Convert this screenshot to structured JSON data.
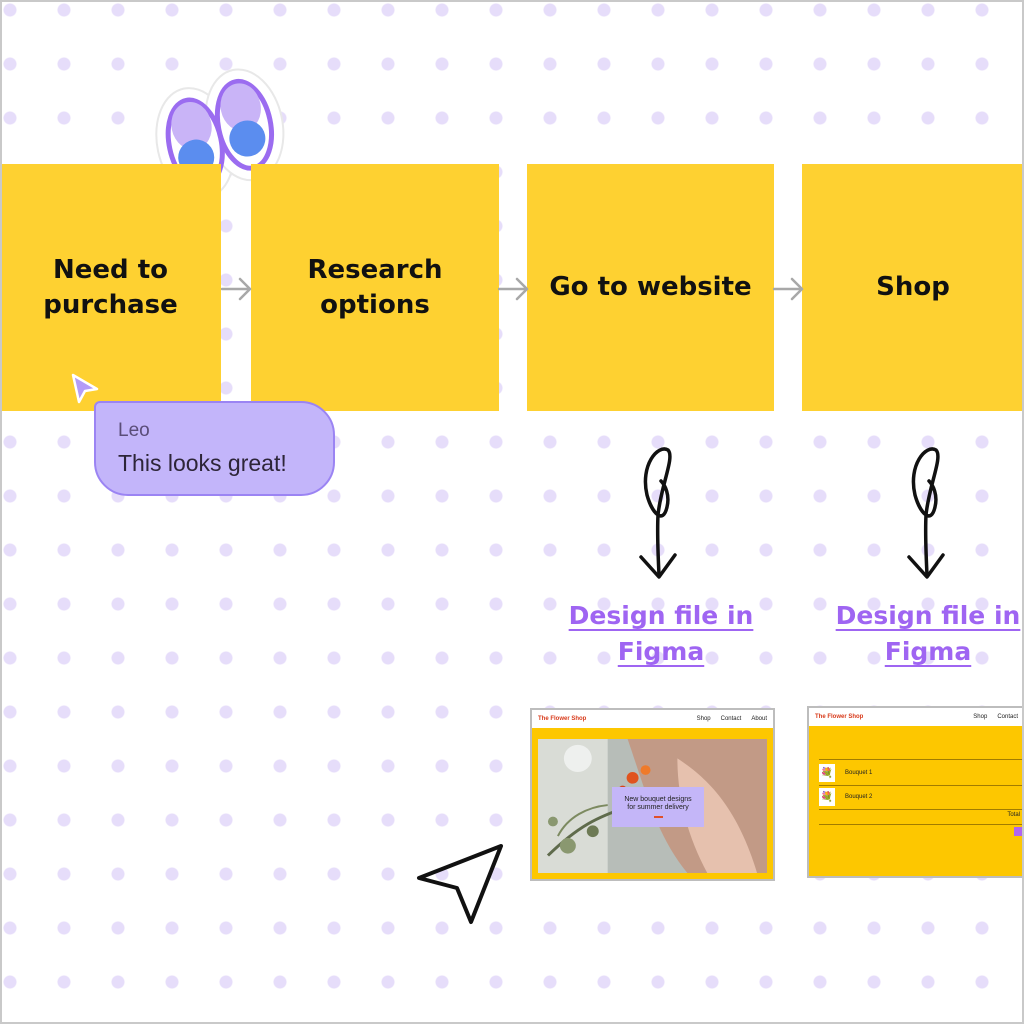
{
  "flow_steps": [
    {
      "label": "Need to purchase"
    },
    {
      "label": "Research options"
    },
    {
      "label": "Go to website"
    },
    {
      "label": "Shop"
    }
  ],
  "comment": {
    "author": "Leo",
    "message": "This looks great!"
  },
  "links": [
    {
      "label": "Design file in Figma"
    },
    {
      "label": "Design file in Figma"
    }
  ],
  "thumb_home": {
    "brand": "The Flower Shop",
    "nav": [
      "Shop",
      "Contact",
      "About"
    ],
    "hero_text": "New bouquet designs for summer delivery"
  },
  "thumb_cart": {
    "brand": "The Flower Shop",
    "nav": [
      "Shop",
      "Contact"
    ],
    "items": [
      "Bouquet 1",
      "Bouquet 2"
    ],
    "total_label": "Total"
  },
  "colors": {
    "sticky": "#fed131",
    "link": "#9f65f2",
    "comment_bg": "#c3b5fa",
    "dot": "#e6ddfa"
  },
  "icons": [
    "eyes-sticker-icon",
    "cursor-pointer-icon",
    "arrow-right-icon",
    "curly-arrow-down-icon",
    "send-arrow-icon"
  ]
}
